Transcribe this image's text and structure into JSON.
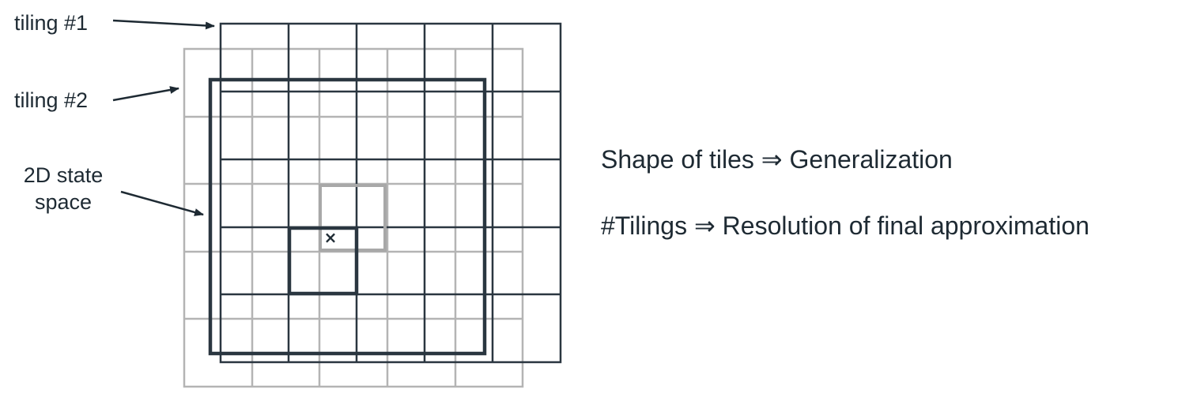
{
  "labels": {
    "tiling1": "tiling #1",
    "tiling2": "tiling #2",
    "state_space_line1": "2D state",
    "state_space_line2": "space"
  },
  "notes": {
    "line1": "Shape of tiles ⇒ Generalization",
    "line2": "#Tilings ⇒ Resolution of final approximation"
  },
  "point_marker": "×",
  "colors": {
    "tiling1": "#2a3640",
    "tiling2": "#b4b4b4",
    "state_space": "#2a3640",
    "active_tile1": "#2a3640",
    "active_tile2": "#a8a8a8",
    "text": "#1e2a33"
  }
}
